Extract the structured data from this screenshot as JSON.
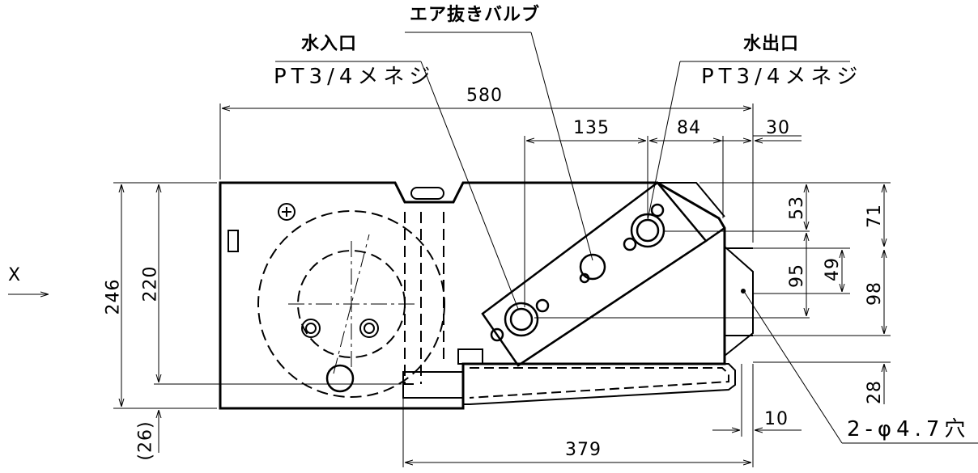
{
  "callouts": {
    "air_vent": "エア抜きバルブ",
    "water_inlet": "水入口",
    "water_inlet_thread": "PT3/4メネジ",
    "water_outlet": "水出口",
    "water_outlet_thread": "PT3/4メネジ",
    "holes": "2-φ4.7穴"
  },
  "view_marker": "X",
  "dimensions": {
    "overall_width": "580",
    "inlet_to_vent": "135",
    "vent_to_outlet": "84",
    "outlet_to_edge": "30",
    "bottom_span": "379",
    "bottom_offset": "10",
    "overall_height": "246",
    "body_height": "220",
    "base_offset": "(26)",
    "right_top": "53",
    "right_outer": "71",
    "right_mid": "95",
    "right_small": "49",
    "right_lower": "98",
    "right_bottom": "28"
  }
}
